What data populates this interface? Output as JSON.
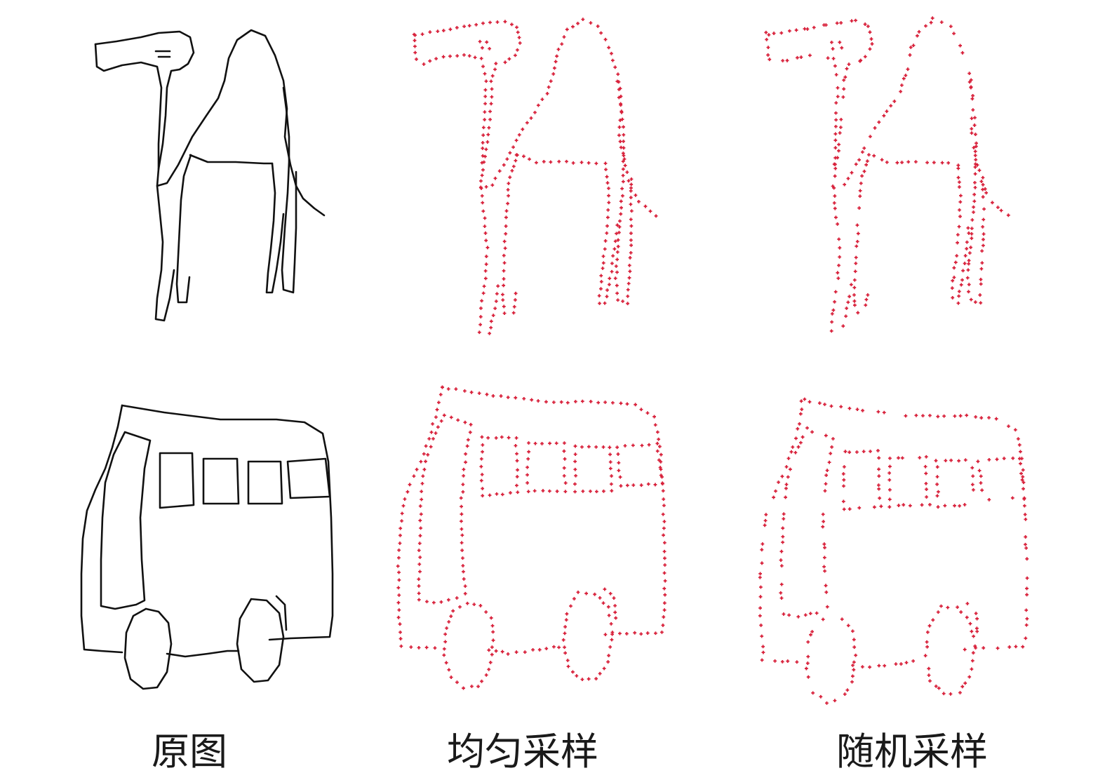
{
  "captions": {
    "original": "原图",
    "uniform": "均匀采样",
    "random": "随机采样"
  },
  "colors": {
    "stroke": "#111111",
    "points": "#d8203a",
    "background": "#ffffff"
  },
  "panels": [
    {
      "row": "camel",
      "column": "original",
      "style": "stroke"
    },
    {
      "row": "camel",
      "column": "uniform",
      "style": "points"
    },
    {
      "row": "camel",
      "column": "random",
      "style": "points"
    },
    {
      "row": "bus",
      "column": "original",
      "style": "stroke"
    },
    {
      "row": "bus",
      "column": "uniform",
      "style": "points"
    },
    {
      "row": "bus",
      "column": "random",
      "style": "points"
    }
  ]
}
